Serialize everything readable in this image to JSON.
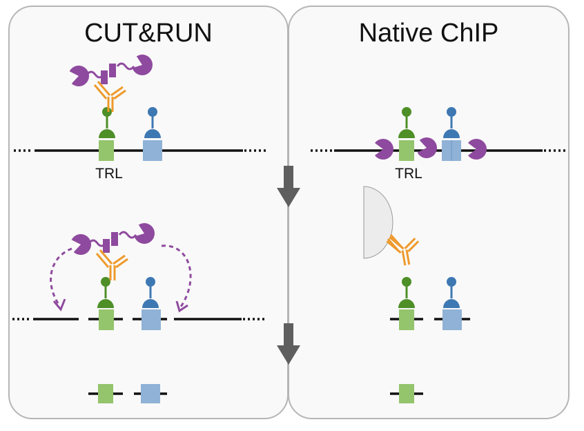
{
  "panels": {
    "left": {
      "title": "CUT&RUN",
      "label": "TRL"
    },
    "right": {
      "title": "Native ChIP",
      "label": "TRL"
    }
  },
  "colors": {
    "panel_fill": "#f9f9f9",
    "panel_border": "#b5b5b5",
    "green_dark": "#4e8f27",
    "green_light": "#94c46c",
    "blue_dark": "#3e78b3",
    "blue_light": "#8fb2d6",
    "mnase": "#8e4a9e",
    "antibody": "#ee9a2c",
    "arrow": "#5f5f5f",
    "bead": "#ececec"
  }
}
